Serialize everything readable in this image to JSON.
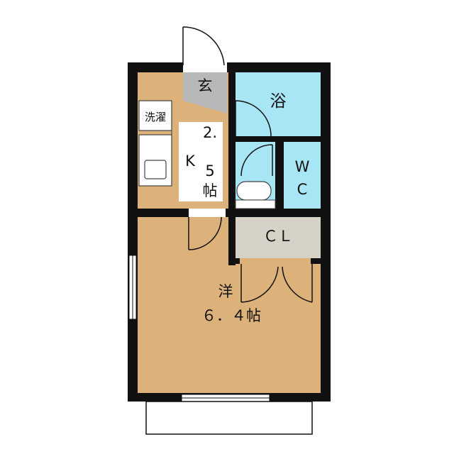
{
  "rooms": {
    "entrance": "玄",
    "bath": "浴",
    "laundry": "洗濯",
    "kitchen_line1": "2.",
    "kitchen_line2": "K",
    "kitchen_line3": "5",
    "kitchen_line4": "帖",
    "wc_line1": "W",
    "wc_line2": "C",
    "closet": "ＣＬ",
    "western_line1": "洋",
    "western_line2": "６．４帖"
  },
  "colors": {
    "floor_wood": "#dcb27a",
    "bath_blue": "#a8e6f5",
    "entrance_gray": "#b8b8b8",
    "closet_gray": "#d6d2c8",
    "wall": "#111111"
  }
}
